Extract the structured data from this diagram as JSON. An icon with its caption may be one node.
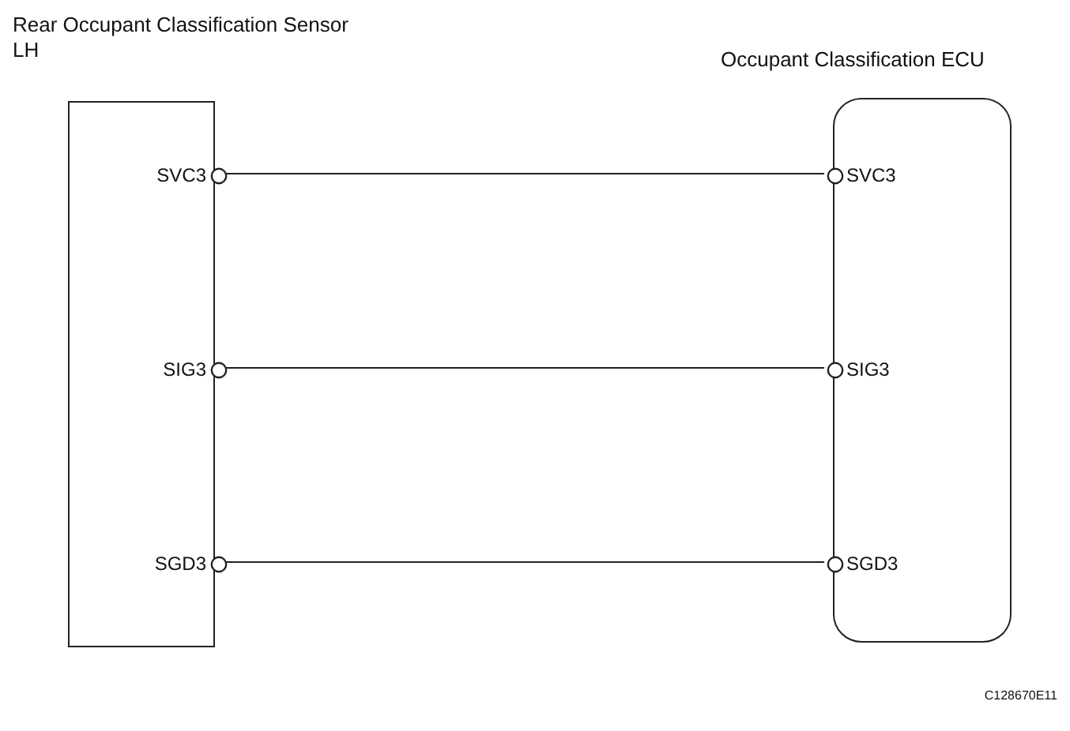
{
  "diagram": {
    "nodes": [
      {
        "text": [
          "Rear Occupant Classification Sensor LH"
        ]
      },
      {
        "text": [
          "SVC3"
        ],
        "in": 0
      },
      {
        "text": [
          "SIG3"
        ],
        "in": 0
      },
      {
        "text": [
          "SGD3"
        ],
        "in": 0
      },
      {
        "text": [
          "Occupant Classification ECU"
        ]
      },
      {
        "text": [
          "SVC3"
        ],
        "in": 4
      },
      {
        "text": [
          "SIG3"
        ],
        "in": 4
      },
      {
        "text": [
          "SGD3"
        ],
        "in": 4
      }
    ],
    "edges": [
      {
        "from": 1,
        "to": 5,
        "arrow": "none"
      },
      {
        "from": 2,
        "to": 6,
        "arrow": "none"
      },
      {
        "from": 3,
        "to": 7,
        "arrow": "none"
      }
    ],
    "labels": [
      "C128670E11"
    ]
  }
}
